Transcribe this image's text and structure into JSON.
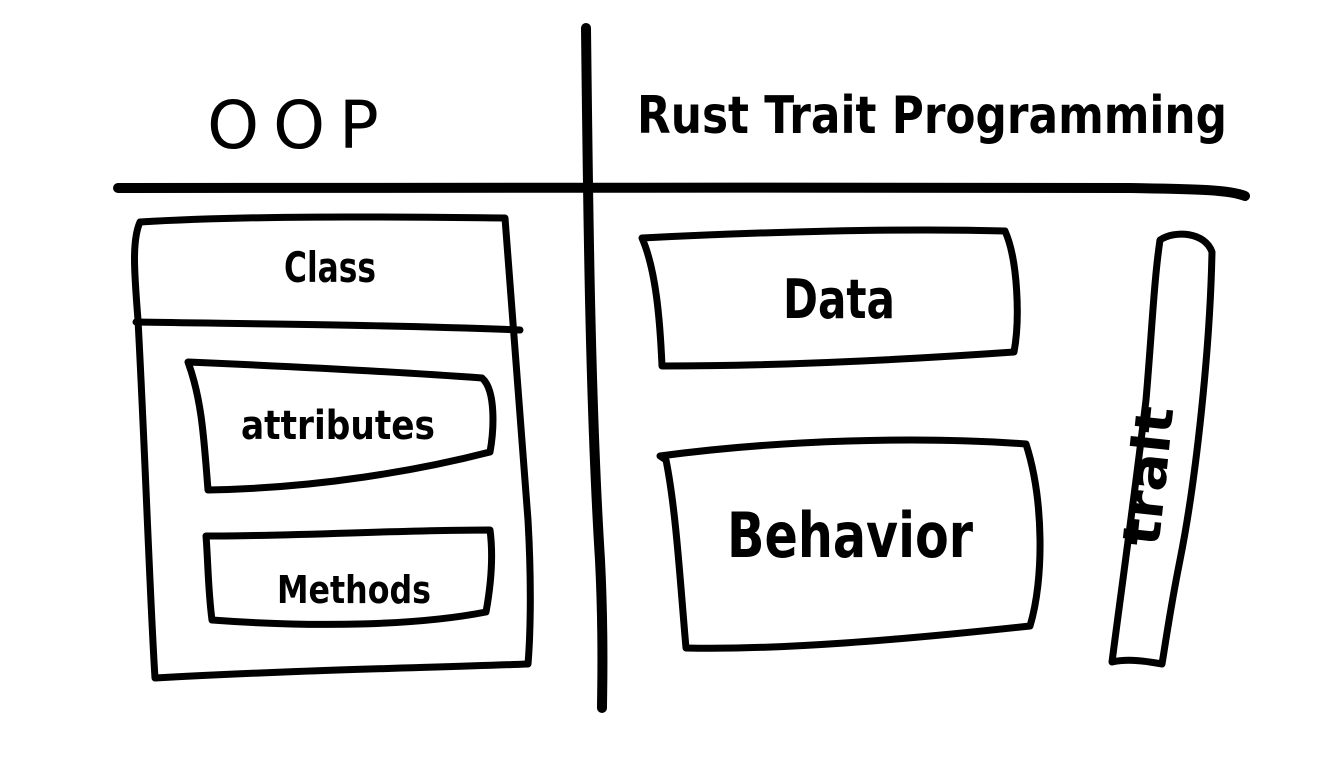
{
  "left": {
    "heading": "OOP",
    "class_box": {
      "title": "Class",
      "items": [
        "attributes",
        "Methods"
      ]
    }
  },
  "right": {
    "heading": "Rust Trait Programming",
    "data_label": "Data",
    "behavior_label": "Behavior",
    "trait_label": "trait"
  },
  "colors": {
    "ink": "#000000",
    "paper": "#ffffff"
  }
}
